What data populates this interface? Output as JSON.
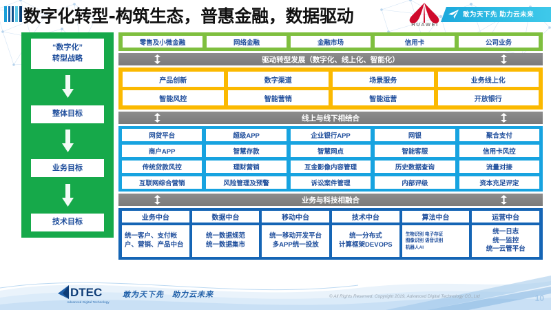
{
  "header": {
    "title": "数字化转型-构筑生态，普惠金融，数据驱动",
    "huawei_wordmark": "HUAWEI",
    "ribbon_text": "敢为天下先 助力云未来"
  },
  "left_column": {
    "accent_color": "#16A94A",
    "items": [
      {
        "label": "“数字化”\n转型战略",
        "line1": "“数字化”",
        "line2": "转型战略"
      },
      {
        "label": "整体目标"
      },
      {
        "label": "业务目标"
      },
      {
        "label": "技术目标"
      }
    ]
  },
  "sections": {
    "business_lines": {
      "color": "#7FBF3F",
      "cells": [
        "零售及小微金融",
        "网络金融",
        "金融市场",
        "信用卡",
        "公司业务"
      ]
    },
    "connector_1": {
      "label": "驱动转型发展（数字化、线上化、智能化）",
      "color": "#8d8d8d"
    },
    "transformation": {
      "color": "#FBB900",
      "rows": [
        [
          "产品创新",
          "数字渠道",
          "场景服务",
          "业务线上化"
        ],
        [
          "智能风控",
          "智能营销",
          "智能运营",
          "开放银行"
        ]
      ]
    },
    "connector_2": {
      "label": "线上与线下相结合",
      "color": "#8d8d8d"
    },
    "channels": {
      "color": "#17A3E0",
      "rows": [
        [
          "网贷平台",
          "超级APP",
          "企业银行APP",
          "网银",
          "聚合支付"
        ],
        [
          "商户APP",
          "智慧存款",
          "智慧网点",
          "智能客服",
          "信用卡风控"
        ],
        [
          "传统贷款风控",
          "理财营销",
          "互金影像内容管理",
          "历史数据查询",
          "流量对接"
        ],
        [
          "互联网综合营销",
          "风险管理及预警",
          "诉讼案件管理",
          "内部评级",
          "资本充足评定"
        ]
      ]
    },
    "connector_3": {
      "label": "业务与科技相融合",
      "color": "#8d8d8d"
    },
    "platforms": {
      "color": "#1565B5",
      "columns": [
        {
          "head": "业务中台",
          "body": "统一客户、支付帐户、营销、产品中台",
          "style": "left"
        },
        {
          "head": "数据中台",
          "body": "统一数据规范\n统一数据集市",
          "style": "center"
        },
        {
          "head": "移动中台",
          "body": "统一移动开发平台\n多APP统一投放",
          "style": "center"
        },
        {
          "head": "技术中台",
          "body": "统一分布式\n计算框架DEVOPS",
          "style": "center"
        },
        {
          "head": "算法中台",
          "body": "生物识别 电子存证\n图像识别 语音识别\n机器人AI",
          "style": "small"
        },
        {
          "head": "运营中台",
          "body": "统一日志\n统一监控\n统一云管平台",
          "style": "center"
        }
      ]
    }
  },
  "footer": {
    "logo_text": "DTEC",
    "logo_subtitle": "Advanced Digital Technology",
    "slogan": "敢为天下先　助力云未来",
    "copyright": "© All Rights Reserved. Copyright 2019, Advanced Digital Technology CO.,Ltd",
    "page_number": "10"
  }
}
